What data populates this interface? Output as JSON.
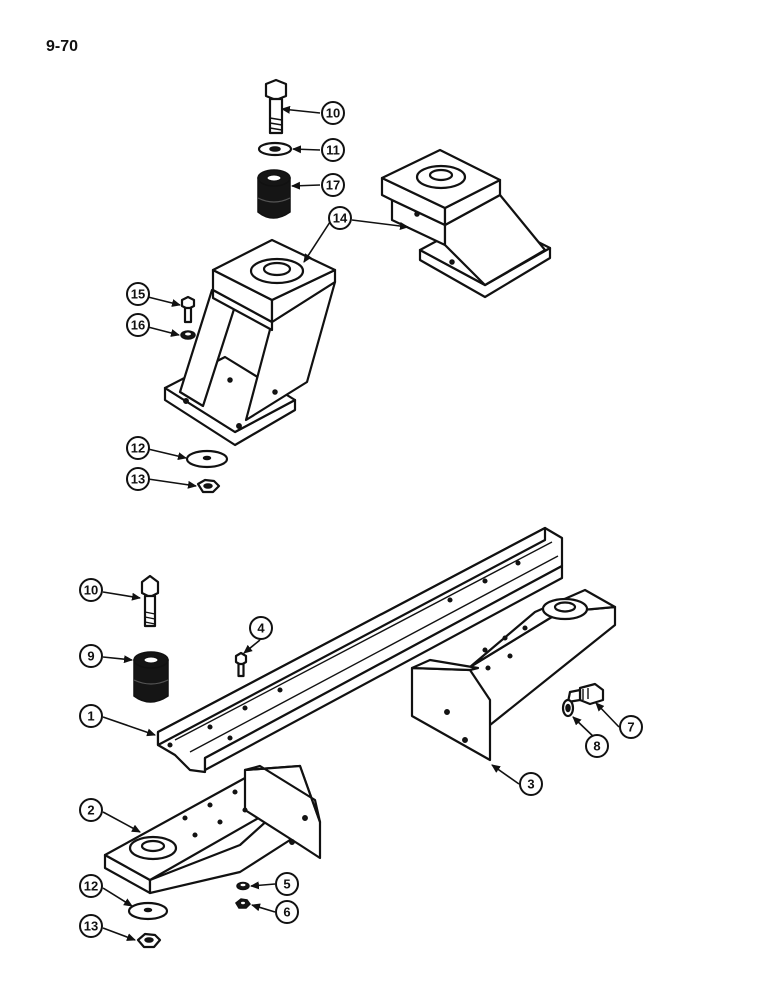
{
  "page": {
    "number": "9-70"
  },
  "callouts": {
    "c10a": "10",
    "c11": "11",
    "c17": "17",
    "c14": "14",
    "c15": "15",
    "c16": "16",
    "c12a": "12",
    "c13a": "13",
    "c10b": "10",
    "c4": "4",
    "c9": "9",
    "c1": "1",
    "c7": "7",
    "c8": "8",
    "c3": "3",
    "c2": "2",
    "c5": "5",
    "c6": "6",
    "c12b": "12",
    "c13b": "13"
  }
}
